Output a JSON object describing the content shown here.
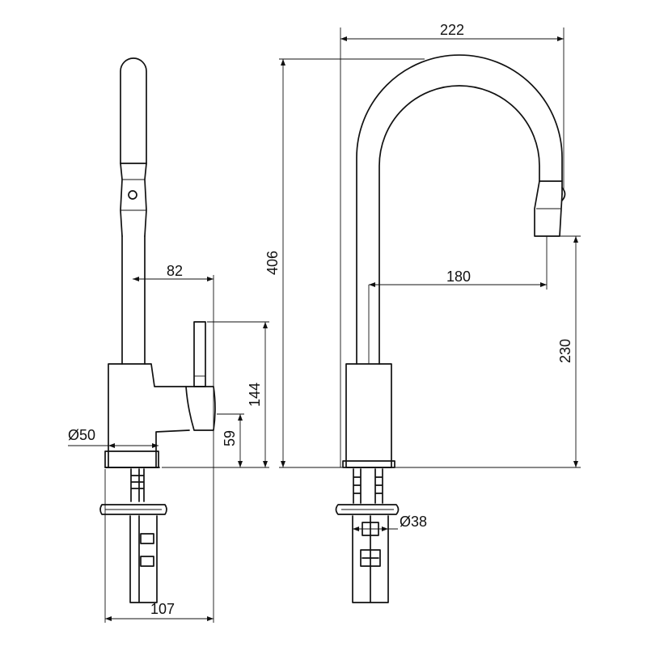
{
  "dimensions": {
    "total_width": "222",
    "total_height": "406",
    "spout_reach": "180",
    "spout_outlet_height": "230",
    "handle_offset": "82",
    "lever_height": "144",
    "body_outlet_height": "59",
    "body_diameter": "Ø50",
    "base_diameter": "Ø38",
    "side_depth": "107"
  },
  "colors": {
    "line": "#111111",
    "background": "#ffffff"
  }
}
